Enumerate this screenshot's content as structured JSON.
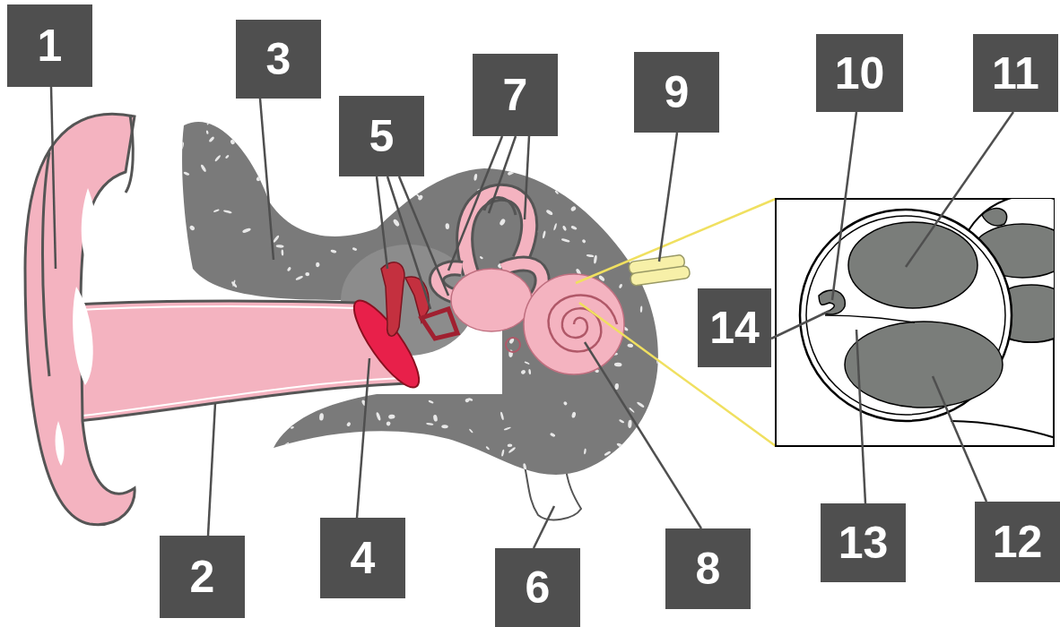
{
  "diagram": {
    "labels": [
      "1",
      "3",
      "5",
      "7",
      "9",
      "10",
      "11",
      "14",
      "2",
      "4",
      "6",
      "8",
      "13",
      "12"
    ]
  }
}
